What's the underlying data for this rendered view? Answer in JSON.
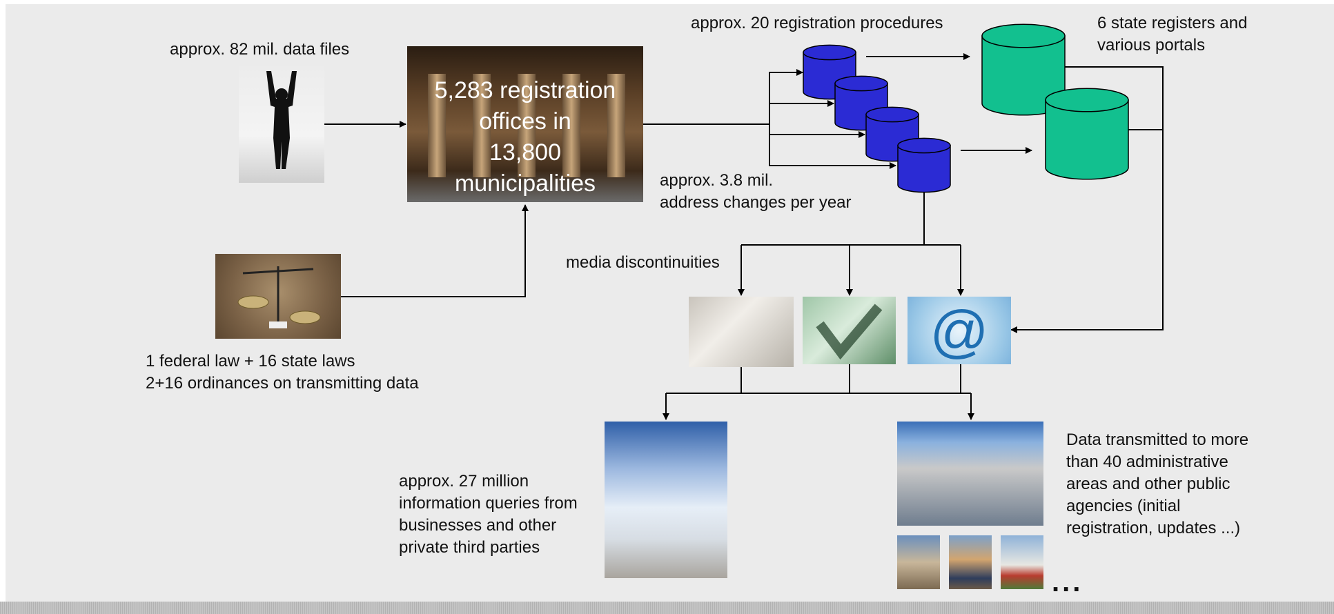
{
  "labels": {
    "data_files": "approx. 82 mil. data files",
    "offices": "5,283 registration\noffices in\n13,800\nmunicipalities",
    "laws": "1 federal law + 16 state laws\n2+16 ordinances on transmitting data",
    "procedures": "approx. 20 registration procedures",
    "address_changes": "approx. 3.8 mil.\naddress changes per year",
    "state_registers": "6 state registers and\nvarious portals",
    "media": "media discontinuities",
    "queries": "approx. 27 million\ninformation queries from\nbusinesses and other\nprivate third parties",
    "transmitted": "Data transmitted to more\nthan 40 administrative\nareas and other public\nagencies (initial\nregistration, updates ...)",
    "ellipsis": "..."
  },
  "icons": {
    "registration_db": "database-cylinder",
    "state_register_db": "database-cylinder",
    "email": "at-sign-icon"
  },
  "colors": {
    "registration_db": "#2b2bd4",
    "state_register_db": "#12c08f",
    "background": "#ebebeb",
    "arrow": "#000000"
  }
}
